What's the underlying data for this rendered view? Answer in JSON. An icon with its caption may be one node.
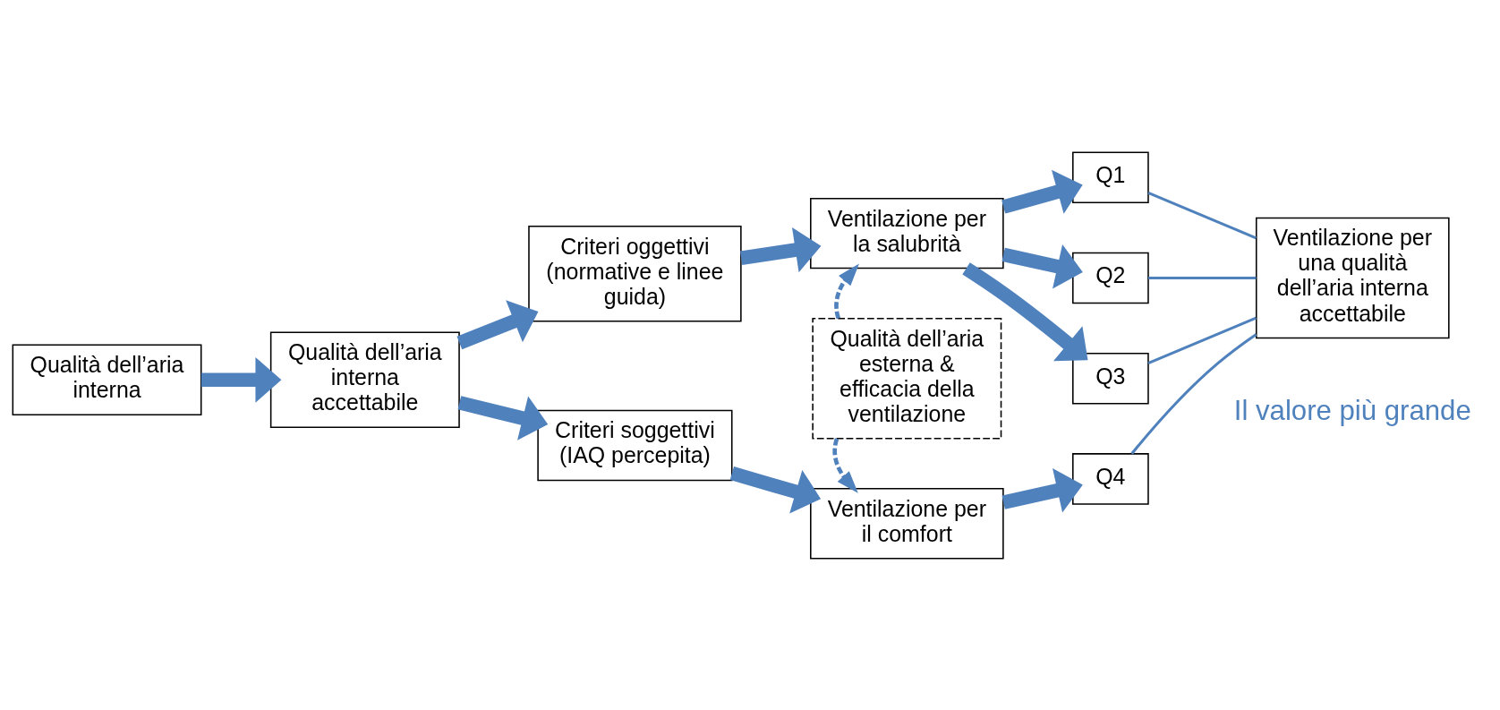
{
  "diagram": {
    "nodes": [
      {
        "text": [
          "Qualità dell’aria interna"
        ]
      },
      {
        "text": [
          "Qualità dell’aria interna accettabile"
        ]
      },
      {
        "text": [
          "Criteri oggettivi (normative e linee guida)"
        ]
      },
      {
        "text": [
          "Criteri soggettivi (IAQ percepita)"
        ]
      },
      {
        "text": [
          "Ventilazione per la salubrità"
        ]
      },
      {
        "text": [
          "Qualità dell’aria esterna & efficacia della ventilazione"
        ]
      },
      {
        "text": [
          "Ventilazione per il comfort"
        ]
      },
      {
        "text": [
          "Q1"
        ]
      },
      {
        "text": [
          "Q2"
        ]
      },
      {
        "text": [
          "Q3"
        ]
      },
      {
        "text": [
          "Q4"
        ]
      },
      {
        "text": [
          "Ventilazione per una qualità dell’aria interna accettabile"
        ]
      }
    ],
    "edges": [
      {
        "from": 0,
        "to": 1,
        "arrow": "to"
      },
      {
        "from": 1,
        "to": 2,
        "arrow": "to"
      },
      {
        "from": 1,
        "to": 3,
        "arrow": "to"
      },
      {
        "from": 2,
        "to": 4,
        "arrow": "to"
      },
      {
        "from": 3,
        "to": 6,
        "arrow": "to"
      },
      {
        "from": 4,
        "to": 7,
        "arrow": "to"
      },
      {
        "from": 4,
        "to": 8,
        "arrow": "to"
      },
      {
        "from": 4,
        "to": 9,
        "arrow": "to"
      },
      {
        "from": 6,
        "to": 10,
        "arrow": "to"
      },
      {
        "from": 5,
        "to": 4,
        "arrow": "to",
        "style": "dashed"
      },
      {
        "from": 5,
        "to": 6,
        "arrow": "to",
        "style": "dashed"
      },
      {
        "from": 7,
        "to": 11,
        "arrow": "none"
      },
      {
        "from": 8,
        "to": 11,
        "arrow": "none"
      },
      {
        "from": 9,
        "to": 11,
        "arrow": "none"
      },
      {
        "from": 10,
        "to": 11,
        "arrow": "none"
      }
    ],
    "labels": [
      "Il valore più grande"
    ]
  }
}
